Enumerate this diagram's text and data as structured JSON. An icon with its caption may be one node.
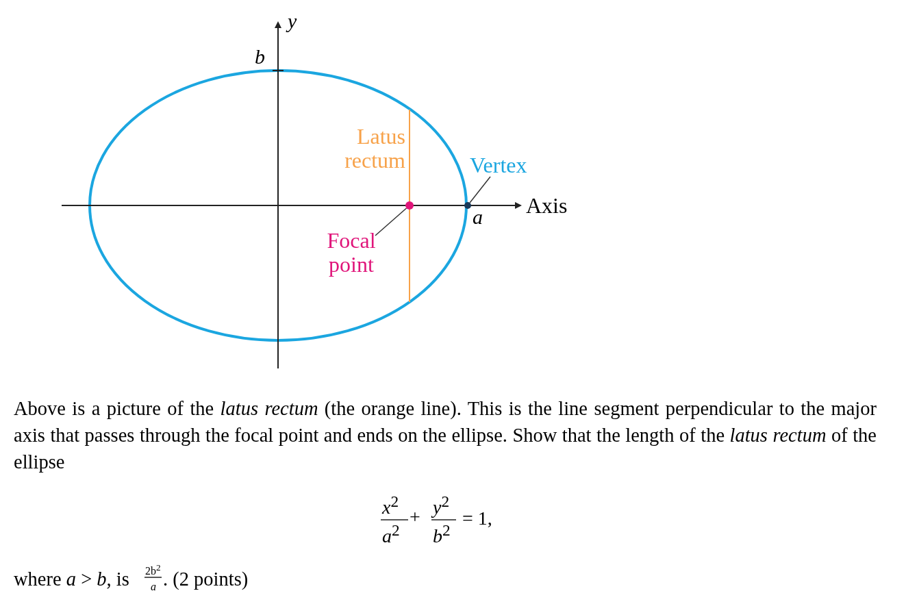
{
  "diagram": {
    "nodes": [
      {
        "text": [
          "Focal point"
        ]
      },
      {
        "text": [],
        "shape": "circle"
      },
      {
        "text": [
          "Vertex"
        ]
      },
      {
        "text": [],
        "shape": "circle"
      }
    ],
    "edges": [
      {
        "from": 0,
        "to": 1,
        "arrow": "none"
      },
      {
        "from": 2,
        "to": 3,
        "arrow": "none"
      }
    ],
    "labels": [
      "y",
      "b",
      "Latus rectum",
      "Axis",
      "a",
      "Above is a picture of the *latus rectum* (the orange line). This is the line segment perpendicular to the major axis that passes through the focal point and ends on the ellipse. Show that the length of the *latus rectum* of the ellipse",
      "*x*$^{2}$",
      "*a*$^{2}$",
      "+",
      "*y*$^{2}$",
      "*b*$^{2}$",
      "= 1,",
      "where *a* > *b*, is",
      "2b$^{2}$",
      "*a*",
      ". (2 points)"
    ]
  }
}
